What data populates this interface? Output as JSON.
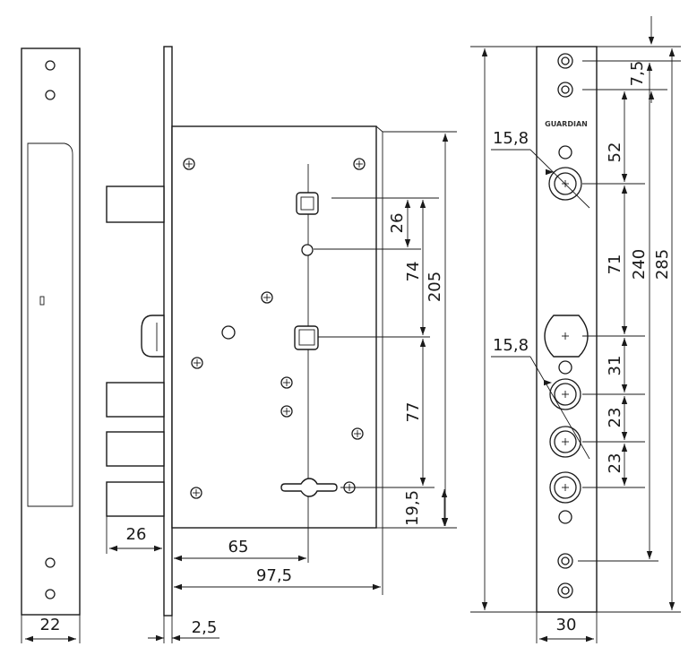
{
  "brand": "GUARDIAN",
  "dimensions": {
    "faceplate_left_width": "22",
    "bolt_projection": "26",
    "plate_thickness": "2,5",
    "backset": "65",
    "case_width": "97,5",
    "spindle_to_top_cylinder": "26",
    "spindle_to_lower_spindle": "74",
    "case_height": "205",
    "spindle_to_keyhole": "77",
    "keyhole_to_bottom": "19,5",
    "right_top_hole_offset": "7,5",
    "right_hole_to_cylinder": "52",
    "cylinder_to_oval": "71",
    "oval_to_lower_cylinder": "31",
    "lower_cylinder_spacing_1": "23",
    "lower_cylinder_spacing_2": "23",
    "screw_distance": "240",
    "faceplate_length": "285",
    "cylinder_dia_top": "15,8",
    "cylinder_dia_lower": "15,8",
    "faceplate_right_width": "30"
  }
}
